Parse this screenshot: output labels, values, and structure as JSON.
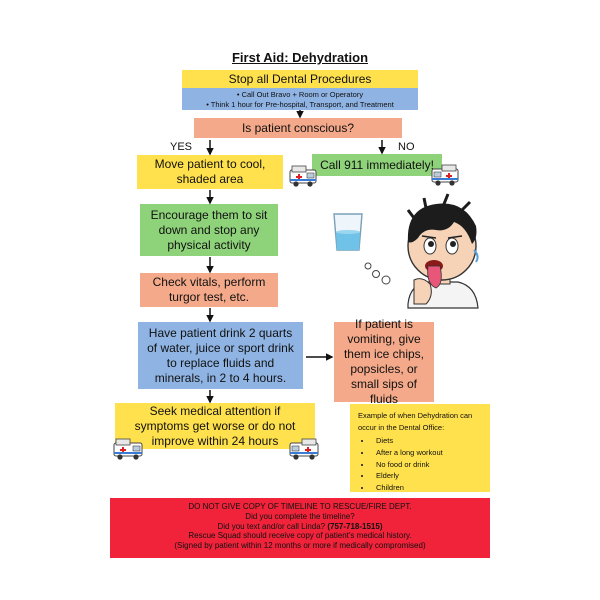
{
  "title": "First Aid: Dehydration",
  "step_stop": "Stop all Dental Procedures",
  "stop_details": [
    "Call Out Bravo + Room or Operatory",
    "Think 1 hour for Pre-hospital, Transport, and Treatment"
  ],
  "question": "Is patient conscious?",
  "yes_label": "YES",
  "no_label": "NO",
  "step_move": "Move patient to cool, shaded area",
  "step_call": "Call 911 immediately!",
  "step_encourage": "Encourage them to sit down and stop any physical activity",
  "step_vitals": "Check vitals, perform turgor test, etc.",
  "step_drink": "Have patient drink 2 quarts of water, juice or sport drink to replace fluids and minerals, in 2 to 4 hours.",
  "step_vomit": "If patient is vomiting, give them ice chips, popsicles, or small sips of fluids",
  "step_seek": "Seek medical attention if symptoms get worse or do not improve within 24 hours",
  "examples_title": "Example of when Dehydration can occur in the Dental Office:",
  "examples": [
    "Diets",
    "After a long workout",
    "No food or drink",
    "Elderly",
    "Children"
  ],
  "footer": {
    "line1": "DO NOT GIVE COPY OF TIMELINE TO RESCUE/FIRE DEPT.",
    "line2": "Did you complete the timeline?",
    "line3a": "Did you text and/or call Linda? ",
    "line3b": "(757-718-1515)",
    "line4": "Rescue Squad should receive copy of patient's medical history.",
    "line5": "(Signed by patient within 12 months or more if medically compromised)"
  },
  "colors": {
    "yellow": "#ffe14d",
    "blue": "#8fb4e3",
    "orange": "#f4a98a",
    "green": "#8ed27a",
    "red": "#f0233a"
  },
  "icons": [
    "ambulance-icon",
    "dehydrated-person-illustration",
    "water-glass-icon"
  ]
}
